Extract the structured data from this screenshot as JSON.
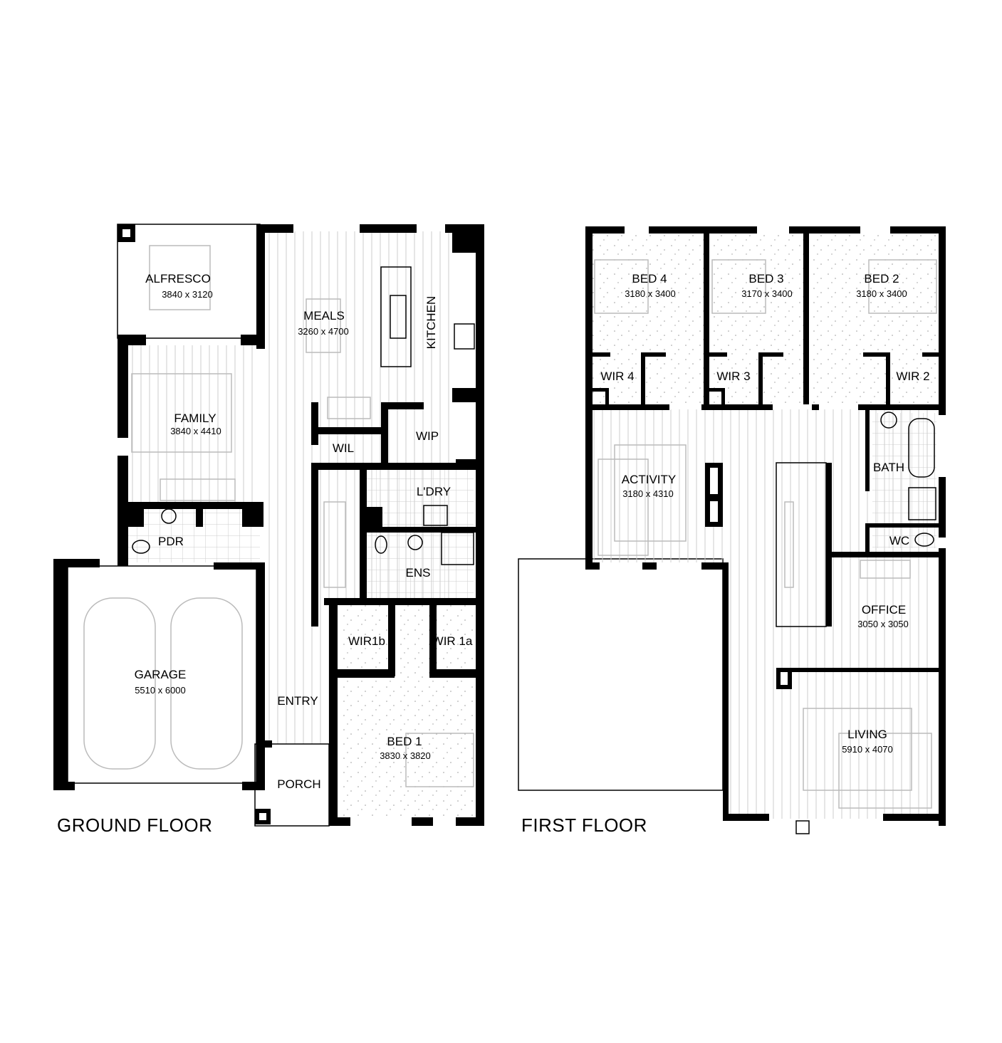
{
  "ground_floor": {
    "title": "GROUND FLOOR",
    "rooms": {
      "alfresco": {
        "name": "ALFRESCO",
        "dims": "3840 x 3120"
      },
      "meals": {
        "name": "MEALS",
        "dims": "3260 x 4700"
      },
      "kitchen": {
        "name": "KITCHEN"
      },
      "family": {
        "name": "FAMILY",
        "dims": "3840 x 4410"
      },
      "wil": {
        "name": "WIL"
      },
      "wip": {
        "name": "WIP"
      },
      "laundry": {
        "name": "L'DRY"
      },
      "pdr": {
        "name": "PDR"
      },
      "ens": {
        "name": "ENS"
      },
      "garage": {
        "name": "GARAGE",
        "dims": "5510 x 6000"
      },
      "wir1b": {
        "name": "WIR1b"
      },
      "wir1a": {
        "name": "WIR 1a"
      },
      "entry": {
        "name": "ENTRY"
      },
      "bed1": {
        "name": "BED 1",
        "dims": "3830 x 3820"
      },
      "porch": {
        "name": "PORCH"
      }
    }
  },
  "first_floor": {
    "title": "FIRST FLOOR",
    "rooms": {
      "bed4": {
        "name": "BED 4",
        "dims": "3180 x 3400"
      },
      "bed3": {
        "name": "BED 3",
        "dims": "3170 x 3400"
      },
      "bed2": {
        "name": "BED 2",
        "dims": "3180 x 3400"
      },
      "wir4": {
        "name": "WIR 4"
      },
      "wir3": {
        "name": "WIR 3"
      },
      "wir2": {
        "name": "WIR 2"
      },
      "activity": {
        "name": "ACTIVITY",
        "dims": "3180 x 4310"
      },
      "bath": {
        "name": "BATH"
      },
      "wc": {
        "name": "WC"
      },
      "office": {
        "name": "OFFICE",
        "dims": "3050 x 3050"
      },
      "living": {
        "name": "LIVING",
        "dims": "5910 x 4070"
      }
    }
  }
}
